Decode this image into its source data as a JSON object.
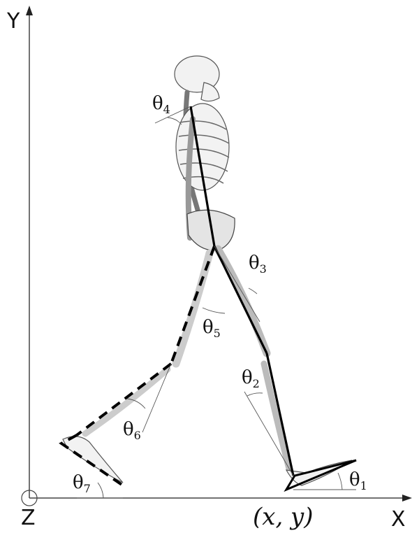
{
  "axes": {
    "x_label": "X",
    "y_label": "Y",
    "z_label": "Z"
  },
  "origin_label": "(x, y)",
  "angles": [
    {
      "symbol": "θ",
      "sub": "1"
    },
    {
      "symbol": "θ",
      "sub": "2"
    },
    {
      "symbol": "θ",
      "sub": "3"
    },
    {
      "symbol": "θ",
      "sub": "4"
    },
    {
      "symbol": "θ",
      "sub": "5"
    },
    {
      "symbol": "θ",
      "sub": "6"
    },
    {
      "symbol": "θ",
      "sub": "7"
    }
  ],
  "colors": {
    "axis": "#444444",
    "segment": "#000000",
    "bone_fill": "#f2f2f2",
    "bone_stroke": "#555555"
  }
}
